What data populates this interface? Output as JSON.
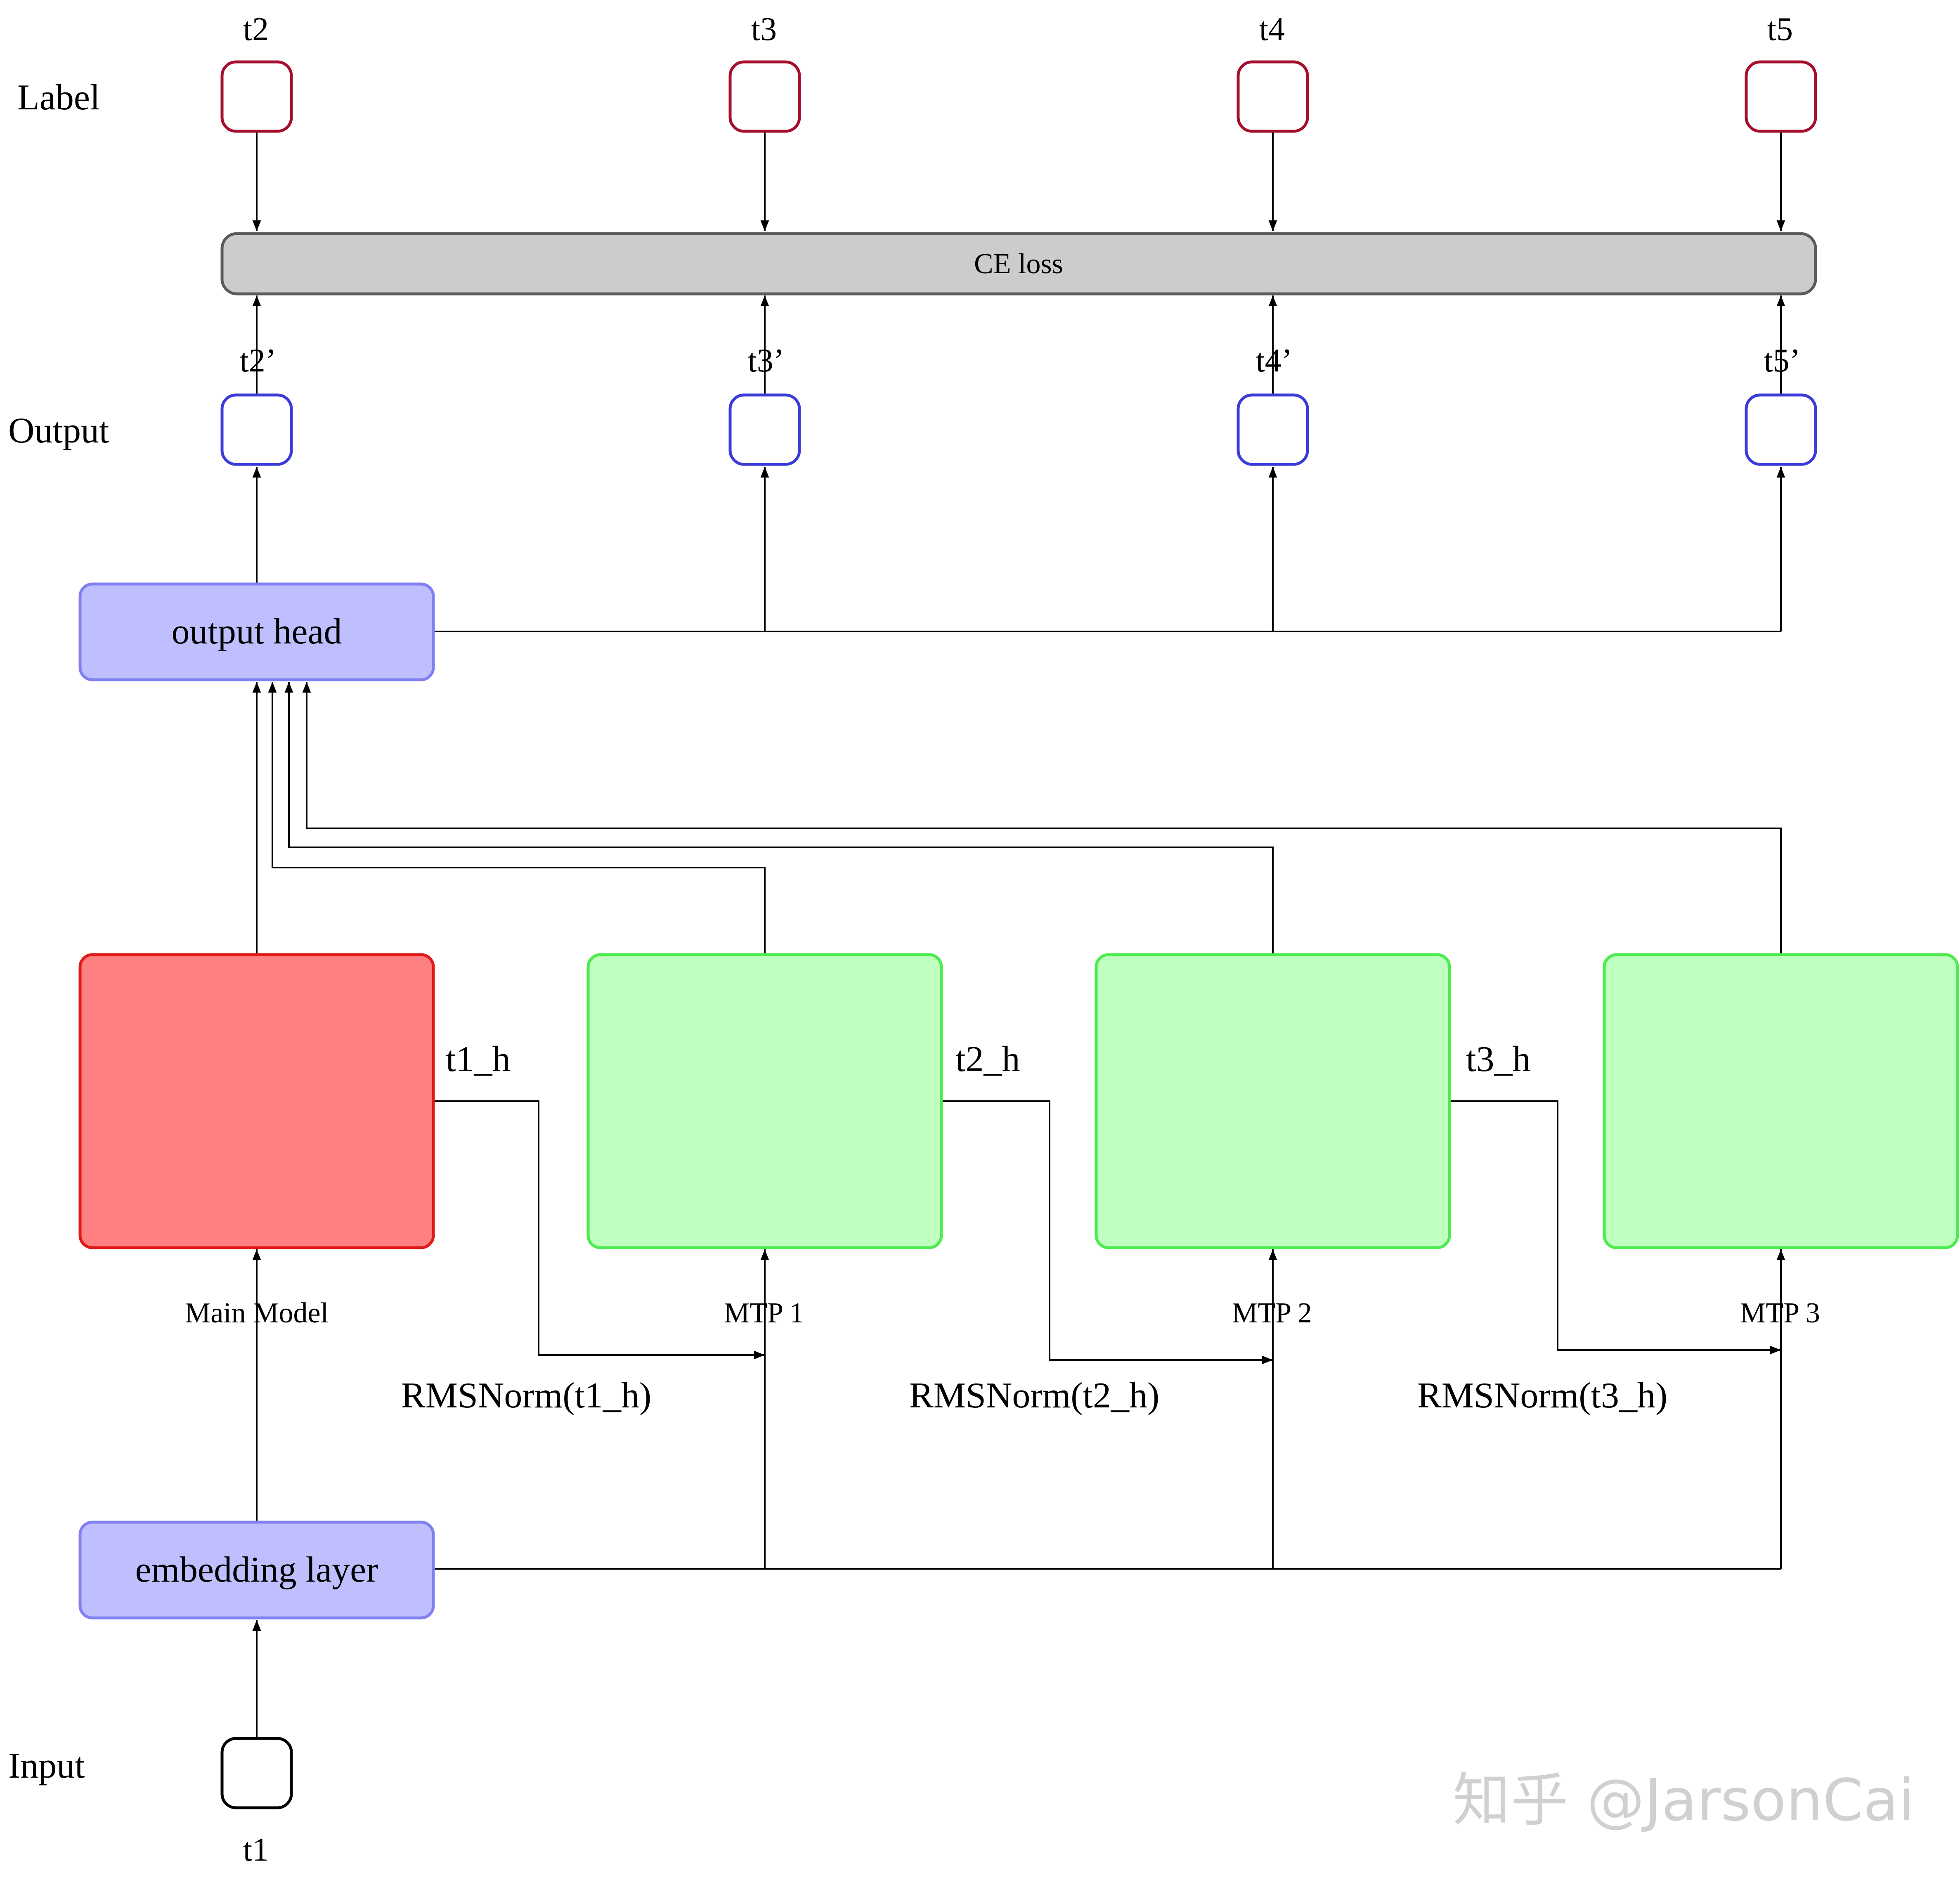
{
  "labels": {
    "row_label": "Label",
    "row_output": "Output",
    "row_input": "Input",
    "ce_loss": "CE loss",
    "output_head": "output head",
    "embedding_layer": "embedding layer",
    "main_model": "Main Model",
    "mtp1": "MTP 1",
    "mtp2": "MTP 2",
    "mtp3": "MTP 3",
    "t1": "t1",
    "targets": [
      "t2",
      "t3",
      "t4",
      "t5"
    ],
    "outputs": [
      "t2’",
      "t3’",
      "t4’",
      "t5’"
    ],
    "hidden": [
      "t1_h",
      "t2_h",
      "t3_h"
    ],
    "rmsnorm": [
      "RMSNorm(t1_h)",
      "RMSNorm(t2_h)",
      "RMSNorm(t3_h)"
    ]
  },
  "watermark": "知乎 @JarsonCai",
  "colors": {
    "label_box": "#a50f2d",
    "output_box": "#3b3bd9",
    "head_fill": "#bfbfff",
    "head_stroke": "#8080f0",
    "main_fill": "#ff8080",
    "main_stroke": "#e01919",
    "mtp_fill": "#bfffbf",
    "mtp_stroke": "#4deb4d",
    "loss_fill": "#cccccc",
    "loss_stroke": "#5a5a5a",
    "watermark": "#c8c8c8"
  }
}
